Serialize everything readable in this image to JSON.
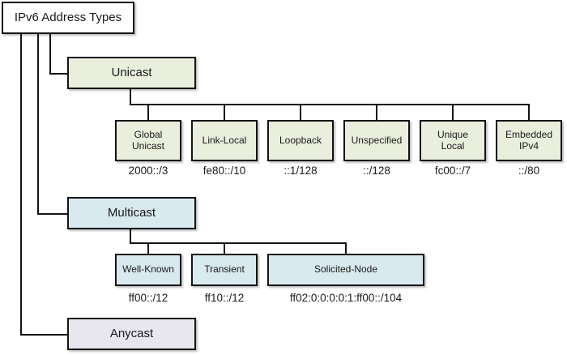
{
  "diagram": {
    "title": "IPv6 Address Types",
    "type": "hierarchy-tree",
    "colors": {
      "root_fill": "#ffffff",
      "unicast_fill": "#e9eedd",
      "multicast_fill": "#d8e9f0",
      "anycast_fill": "#e8e6ee",
      "border": "#141414",
      "text": "#1a1a1a",
      "background": "#ffffff"
    },
    "root": {
      "label": "IPv6 Address Types"
    },
    "branches": [
      {
        "key": "unicast",
        "label": "Unicast",
        "children": [
          {
            "label": "Global\nUnicast",
            "prefix": "2000::/3"
          },
          {
            "label": "Link-Local",
            "prefix": "fe80::/10"
          },
          {
            "label": "Loopback",
            "prefix": "::1/128"
          },
          {
            "label": "Unspecified",
            "prefix": "::/128"
          },
          {
            "label": "Unique\nLocal",
            "prefix": "fc00::/7"
          },
          {
            "label": "Embedded\nIPv4",
            "prefix": "::/80"
          }
        ]
      },
      {
        "key": "multicast",
        "label": "Multicast",
        "children": [
          {
            "label": "Well-Known",
            "prefix": "ff00::/12"
          },
          {
            "label": "Transient",
            "prefix": "ff10::/12"
          },
          {
            "label": "Solicited-Node",
            "prefix": "ff02:0:0:0:0:1:ff00::/104"
          }
        ]
      },
      {
        "key": "anycast",
        "label": "Anycast",
        "children": []
      }
    ]
  }
}
